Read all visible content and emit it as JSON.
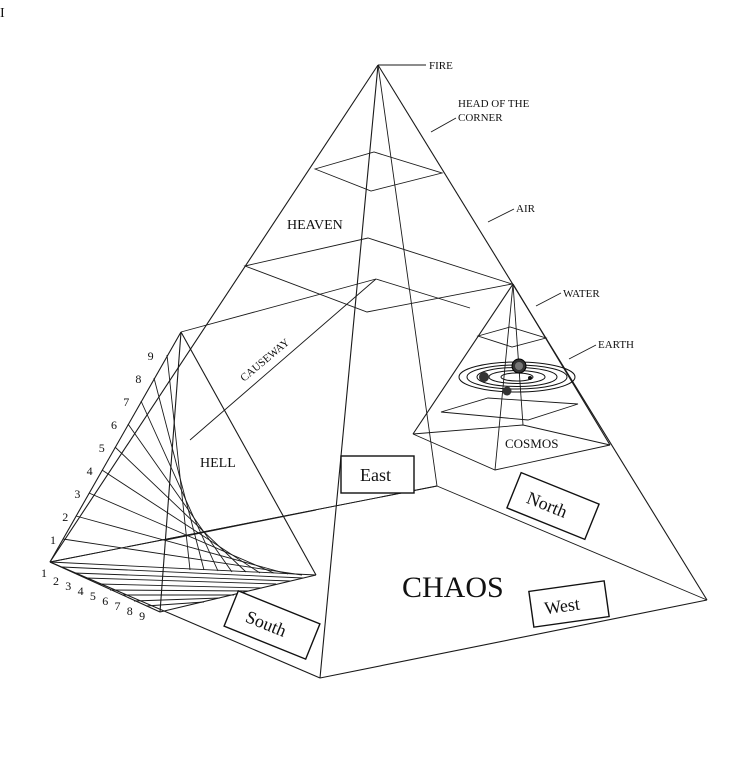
{
  "corner_mark": "I",
  "labels": {
    "fire": "FIRE",
    "head_line1": "HEAD OF THE",
    "head_line2": "CORNER",
    "air": "AIR",
    "water": "WATER",
    "earth": "EARTH",
    "heaven": "HEAVEN",
    "causeway": "CAUSEWAY",
    "hell": "HELL",
    "cosmos": "COSMOS",
    "chaos": "CHAOS"
  },
  "directions": {
    "east": "East",
    "north": "North",
    "south": "South",
    "west": "West"
  },
  "hell_scale_vertical": [
    "1",
    "2",
    "3",
    "4",
    "5",
    "6",
    "7",
    "8",
    "9"
  ],
  "hell_scale_horizontal": [
    "1",
    "2",
    "3",
    "4",
    "5",
    "6",
    "7",
    "8",
    "9"
  ]
}
